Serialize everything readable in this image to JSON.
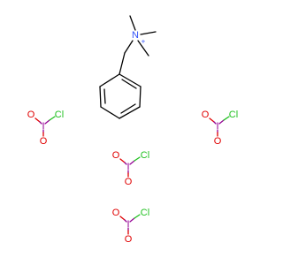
{
  "molecule": {
    "cation": {
      "nitrogen": "N",
      "charge": "+"
    },
    "chlorate_label_oxygen": "O",
    "chlorate_label_iodine": "I",
    "chlorate_label_chlorine": "Cl",
    "colors": {
      "carbon_bond": "#000000",
      "nitrogen": "#3050f8",
      "oxygen": "#e00000",
      "iodine": "#940094",
      "chlorine": "#1fc01f"
    },
    "anion_count": 4
  }
}
